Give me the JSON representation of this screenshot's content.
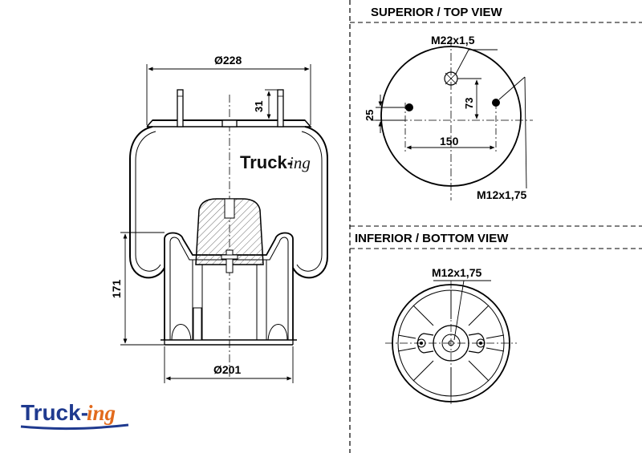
{
  "side_view": {
    "top_diameter": "Ø228",
    "stud_height": "31",
    "height": "171",
    "bottom_diameter": "Ø201"
  },
  "top_view": {
    "title": "SUPERIOR / TOP VIEW",
    "center_thread": "M22x1,5",
    "offset_25": "25",
    "offset_73": "73",
    "stud_spacing": "150",
    "stud_thread": "M12x1,75"
  },
  "bottom_view": {
    "title": "INFERIOR / BOTTOM VIEW",
    "thread": "M12x1,75"
  },
  "logo": {
    "brand": "Truck-",
    "suffix": "ing"
  },
  "colors": {
    "line": "#000000",
    "logo_blue": "#1f3a8f",
    "logo_orange": "#e26a1c",
    "logo_underline": "#1f3a8f"
  }
}
